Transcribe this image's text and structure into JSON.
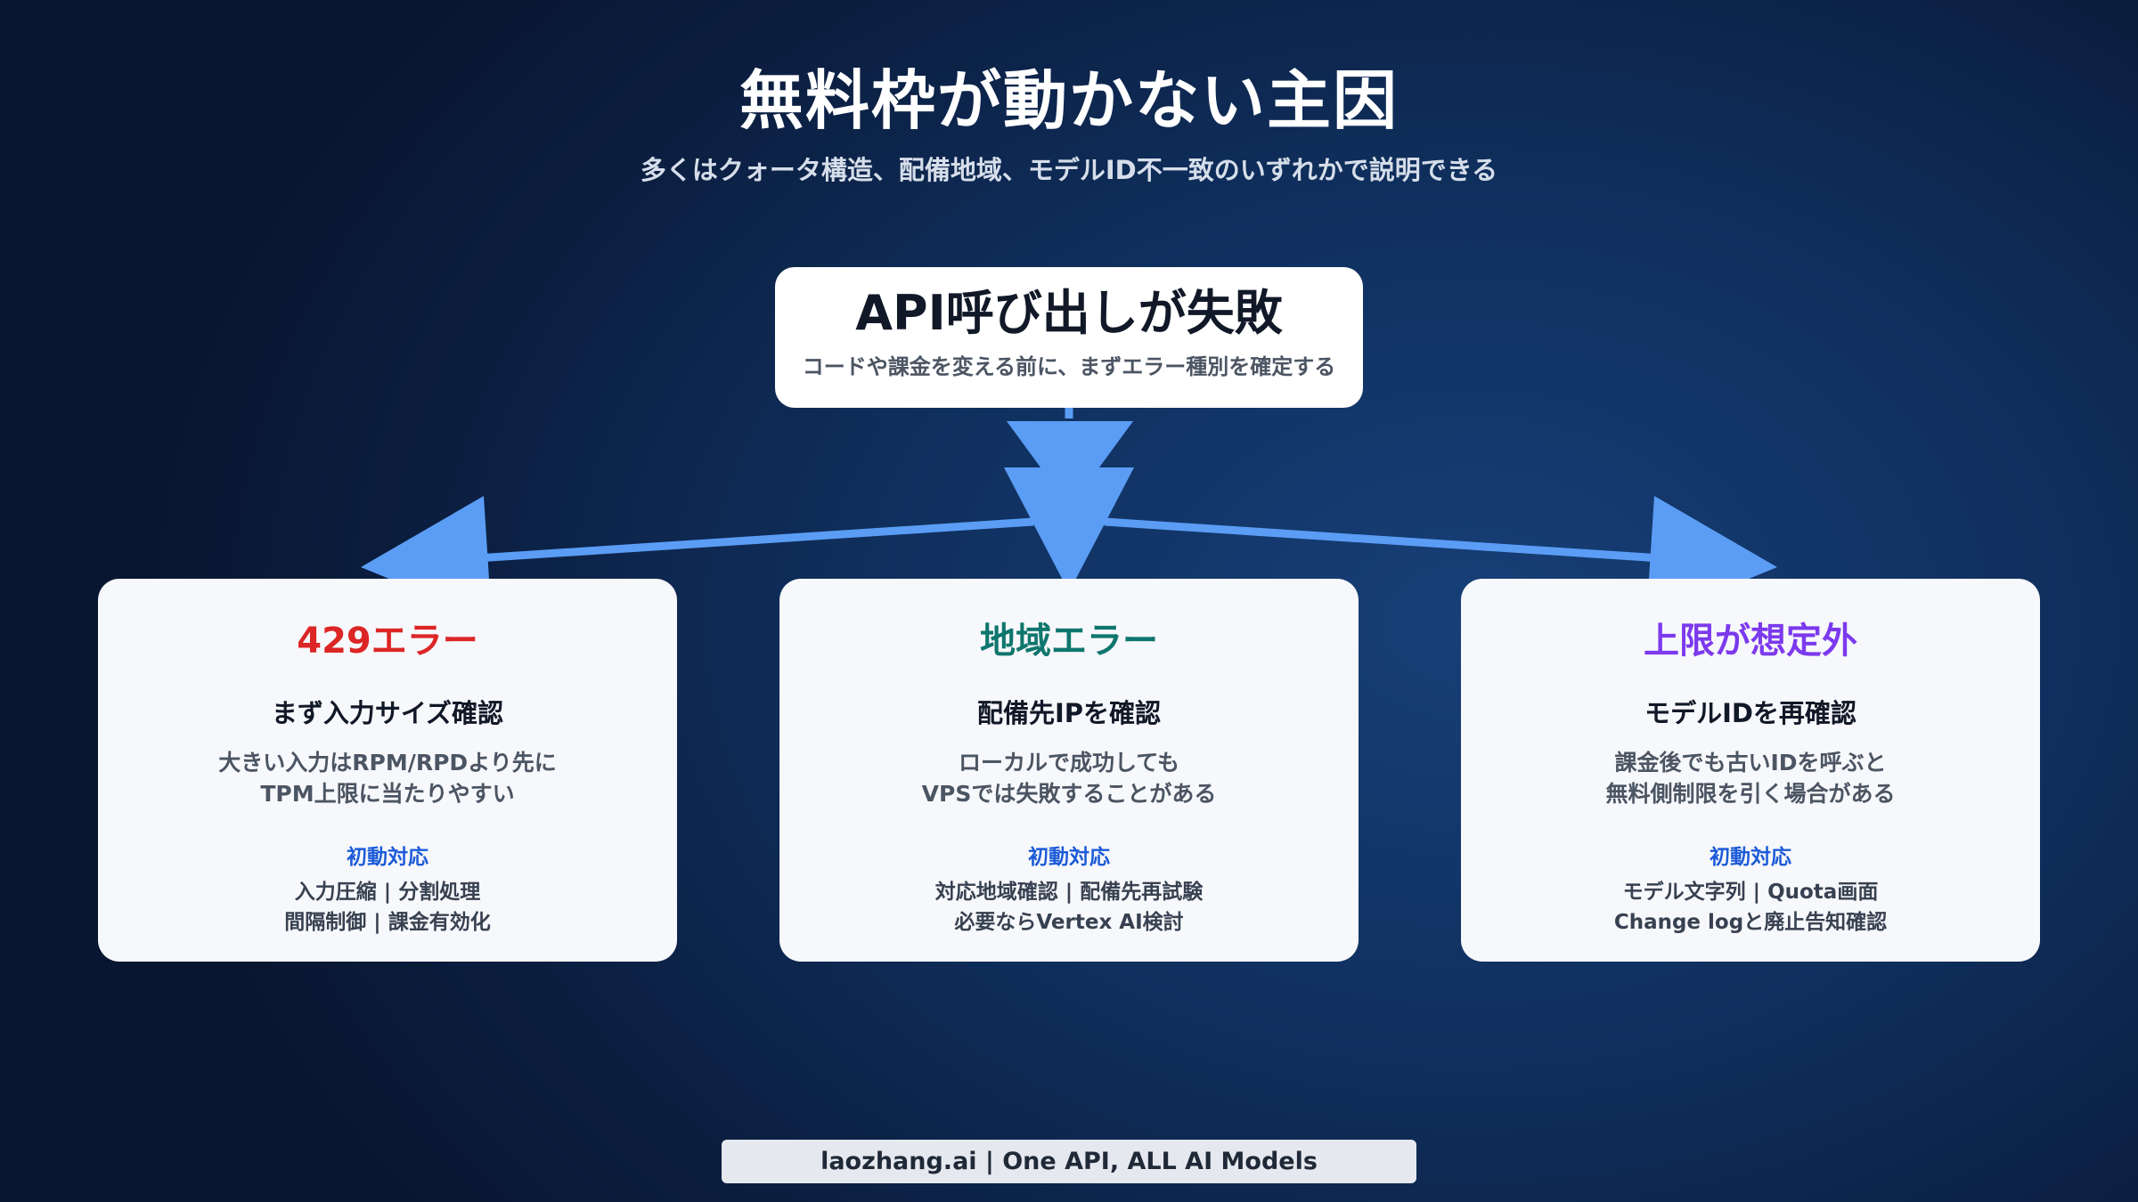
{
  "title": "無料枠が動かない主因",
  "subtitle": "多くはクォータ構造、配備地域、モデルID不一致のいずれかで説明できる",
  "root": {
    "title": "API呼び出しが失敗",
    "description": "コードや課金を変える前に、まずエラー種別を確定する"
  },
  "cards": [
    {
      "title": "429エラー",
      "color": "#dc2626",
      "heading": "まず入力サイズ確認",
      "desc_lines": [
        "大きい入力はRPM/RPDより先に",
        "TPM上限に当たりやすい"
      ],
      "action_label": "初動対応",
      "action_lines": [
        "入力圧縮 | 分割処理",
        "間隔制御 | 課金有効化"
      ]
    },
    {
      "title": "地域エラー",
      "color": "#0f766e",
      "heading": "配備先IPを確認",
      "desc_lines": [
        "ローカルで成功しても",
        "VPSでは失敗することがある"
      ],
      "action_label": "初動対応",
      "action_lines": [
        "対応地域確認 | 配備先再試験",
        "必要ならVertex AI検討"
      ]
    },
    {
      "title": "上限が想定外",
      "color": "#7c3aed",
      "heading": "モデルIDを再確認",
      "desc_lines": [
        "課金後でも古いIDを呼ぶと",
        "無料側制限を引く場合がある"
      ],
      "action_label": "初動対応",
      "action_lines": [
        "モデル文字列 | Quota画面",
        "Change logと廃止告知確認"
      ]
    }
  ],
  "arrow_color": "#5b9df5",
  "footer": "laozhang.ai | One API, ALL AI Models"
}
